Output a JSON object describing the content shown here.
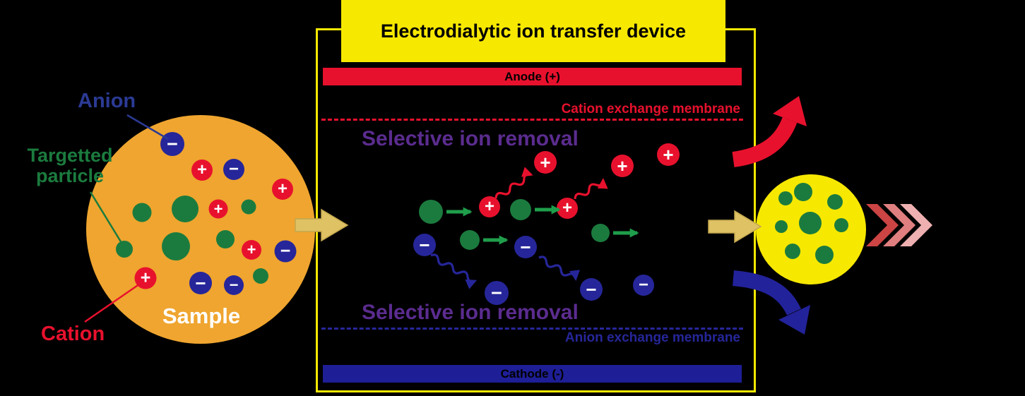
{
  "title": "Electrodialytic ion transfer device",
  "colors": {
    "background": "#000000",
    "device_yellow": "#f7e800",
    "sample_orange": "#efa52f",
    "result_yellow": "#f7e800",
    "target_green": "#1b7b3e",
    "cation_red": "#e8112d",
    "anion_blue": "#26269a",
    "anode_red": "#e8112d",
    "cathode_blue": "#1e1e96",
    "removal_purple": "#5b2c8f",
    "flow_arrow_tan": "#dec263"
  },
  "sample": {
    "label": "Sample",
    "anion_label": "Anion",
    "target_label_line1": "Targetted",
    "target_label_line2": "particle",
    "cation_label": "Cation"
  },
  "device": {
    "anode_label": "Anode (+)",
    "cathode_label": "Cathode (-)",
    "cation_membrane_label": "Cation exchange membrane",
    "anion_membrane_label": "Anion exchange membrane",
    "selective_removal_top": "Selective ion removal",
    "selective_removal_bottom": "Selective ion removal"
  },
  "symbols": {
    "plus": "+",
    "minus": "−"
  }
}
